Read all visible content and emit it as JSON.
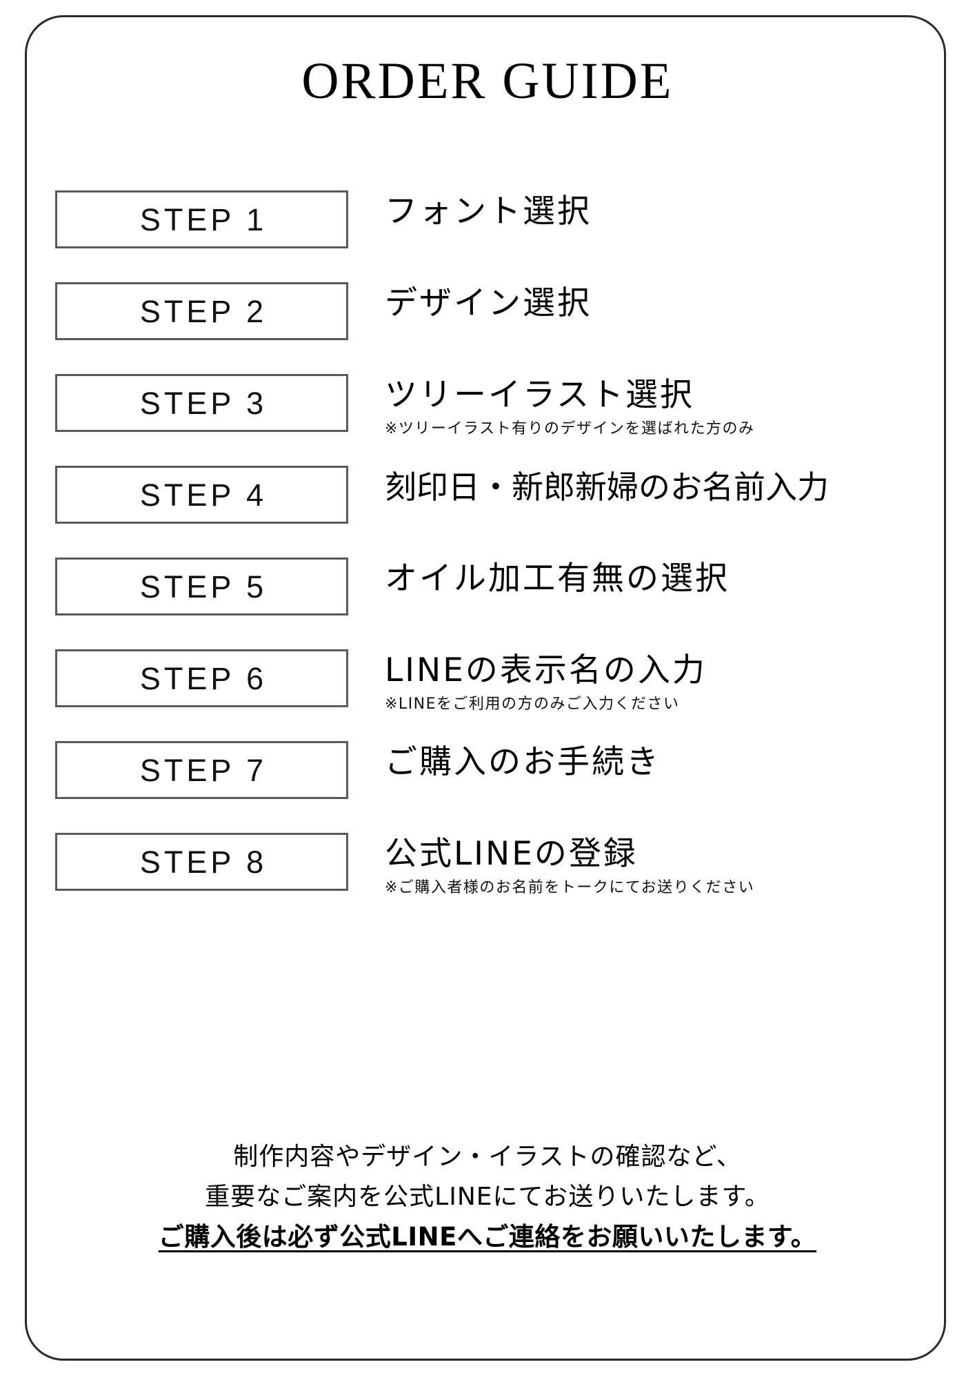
{
  "title": "ORDER GUIDE",
  "steps": [
    {
      "box": "STEP 1",
      "label": "フォント選択",
      "note": ""
    },
    {
      "box": "STEP 2",
      "label": "デザイン選択",
      "note": ""
    },
    {
      "box": "STEP 3",
      "label": "ツリーイラスト選択",
      "note": "※ツリーイラスト有りのデザインを選ばれた方のみ"
    },
    {
      "box": "STEP 4",
      "label": "刻印日・新郎新婦のお名前入力",
      "note": ""
    },
    {
      "box": "STEP 5",
      "label": "オイル加工有無の選択",
      "note": ""
    },
    {
      "box": "STEP 6",
      "label": "LINEの表示名の入力",
      "note": "※LINEをご利用の方のみご入力ください"
    },
    {
      "box": "STEP 7",
      "label": "ご購入のお手続き",
      "note": ""
    },
    {
      "box": "STEP 8",
      "label": "公式LINEの登録",
      "note": "※ご購入者様のお名前をトークにてお送りください"
    }
  ],
  "footer": {
    "line1": "制作内容やデザイン・イラストの確認など、",
    "line2": "重要なご案内を公式LINEにてお送りいたします。",
    "line3": "ご購入後は必ず公式LINEへご連絡をお願いいたします。"
  },
  "colors": {
    "frame_border": "#2b2b2b",
    "box_border": "#595959",
    "text": "#000000",
    "background": "#ffffff"
  }
}
